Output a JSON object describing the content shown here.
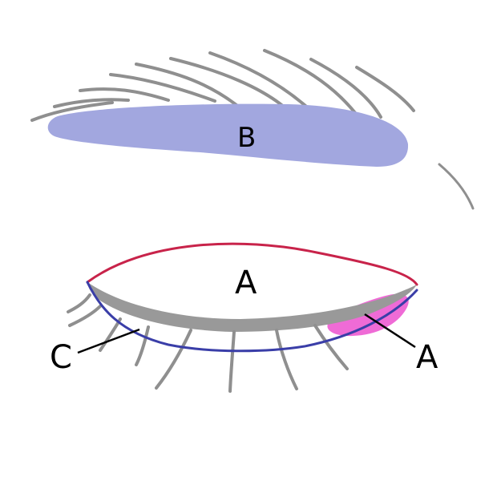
{
  "labels": {
    "brow": "B",
    "eyelid": "A",
    "inner_corner": "A",
    "lash_line": "C"
  },
  "colors": {
    "background": "#ffffff",
    "brow_fill": "#a2a7df",
    "hair_stroke": "#8f8f8f",
    "lid_curve": "#c8234a",
    "lower_curve": "#3a3ea8",
    "corner_fill": "#ef6bd6",
    "leader_line": "#000000"
  }
}
